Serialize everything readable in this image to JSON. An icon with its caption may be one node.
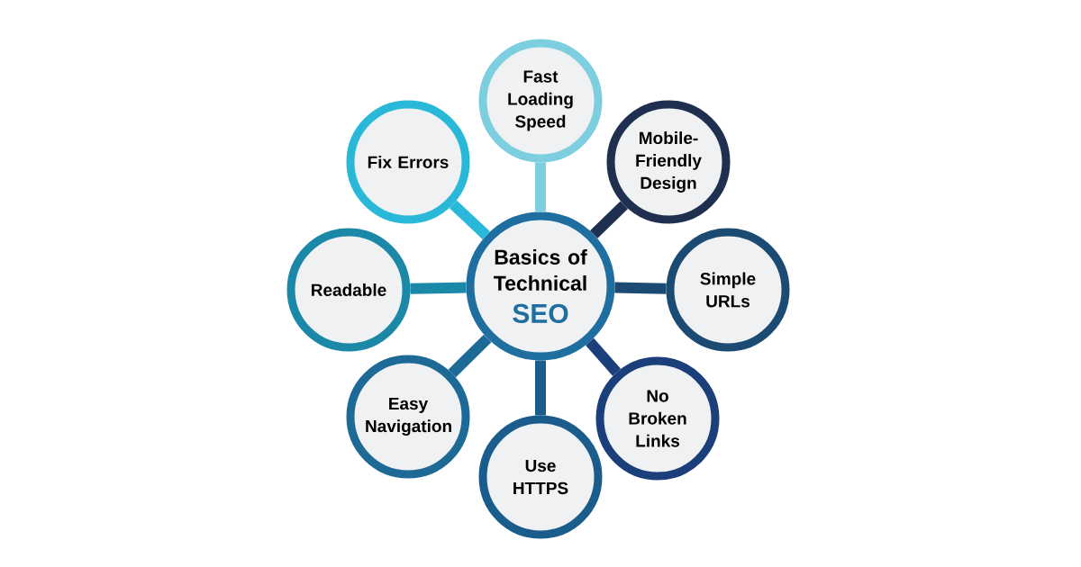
{
  "diagram": {
    "nodes": [
      {
        "text": [
          "Basics of Technical",
          "SEO"
        ]
      },
      {
        "text": [
          "Fast Loading Speed"
        ]
      },
      {
        "text": [
          "Mobile-Friendly Design"
        ]
      },
      {
        "text": [
          "Simple URLs"
        ]
      },
      {
        "text": [
          "No Broken Links"
        ]
      },
      {
        "text": [
          "Use HTTPS"
        ]
      },
      {
        "text": [
          "Easy Navigation"
        ]
      },
      {
        "text": [
          "Readable"
        ]
      },
      {
        "text": [
          "Fix Errors"
        ]
      }
    ],
    "edges": [
      {
        "from": 0,
        "to": 1,
        "arrow": "none",
        "color": "#7dcfe0"
      },
      {
        "from": 0,
        "to": 2,
        "arrow": "none",
        "color": "#1e2f4f"
      },
      {
        "from": 0,
        "to": 3,
        "arrow": "none",
        "color": "#1b4a72"
      },
      {
        "from": 0,
        "to": 4,
        "arrow": "none",
        "color": "#1b3f7a"
      },
      {
        "from": 0,
        "to": 5,
        "arrow": "none",
        "color": "#1a5c8c"
      },
      {
        "from": 0,
        "to": 6,
        "arrow": "none",
        "color": "#1c6a95"
      },
      {
        "from": 0,
        "to": 7,
        "arrow": "none",
        "color": "#1b88a8"
      },
      {
        "from": 0,
        "to": 8,
        "arrow": "none",
        "color": "#2ab8d8"
      }
    ]
  }
}
